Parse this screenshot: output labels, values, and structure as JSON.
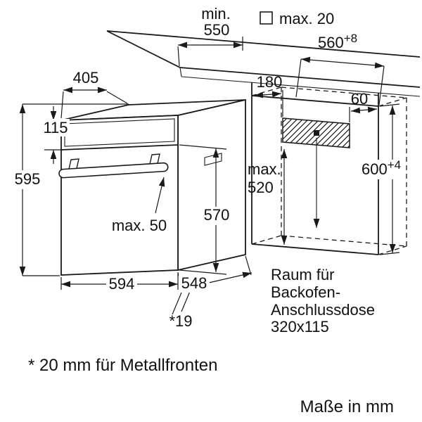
{
  "diagram": {
    "notes": {
      "connection_space": [
        "Raum für",
        "Backofen-",
        "Anschlussdose",
        "320x115"
      ],
      "metal_fronts": "* 20 mm für Metallfronten",
      "units": "Maße in mm"
    },
    "dims": {
      "worktop_depth_min_label": "min.",
      "worktop_depth_min_value": "550",
      "front_overhang_max": "max. 20",
      "niche_width": "560",
      "niche_width_tolerance": "+8",
      "top_depth": "405",
      "control_panel_height": "115",
      "appliance_height": "595",
      "socket_offset_depth": "180",
      "socket_offset_side": "60",
      "socket_height_max_label": "max.",
      "socket_height_max_value": "520",
      "niche_height": "600",
      "niche_height_tolerance": "+4",
      "front_frame_height": "570",
      "handle_depth_max": "max. 50",
      "appliance_width": "594",
      "appliance_depth": "548",
      "front_gap": "*19"
    }
  }
}
